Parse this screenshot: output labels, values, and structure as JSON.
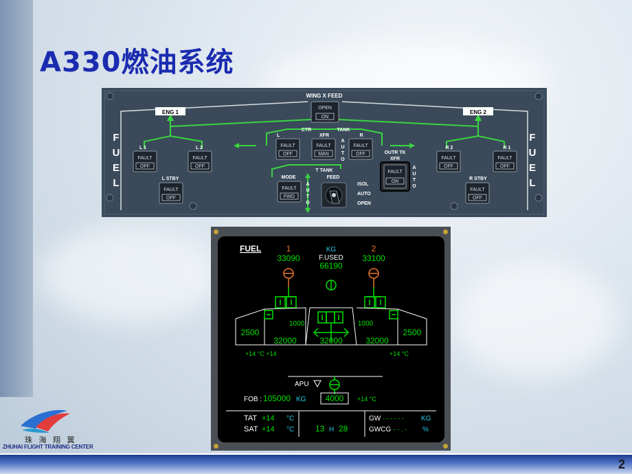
{
  "slide": {
    "title": "A330燃油系统",
    "page_number": "2",
    "logo_cn": "珠 海 翔 翼",
    "logo_en": "ZHUHAI FLIGHT TRAINING CENTER"
  },
  "panel": {
    "side_label_left": [
      "F",
      "U",
      "E",
      "L"
    ],
    "side_label_right": [
      "F",
      "U",
      "E",
      "L"
    ],
    "wing_x_feed": {
      "label": "WING X FEED",
      "top": "OPEN",
      "bottom": "ON"
    },
    "eng1": "ENG 1",
    "eng2": "ENG 2",
    "ctr_tank": "CTR",
    "tank": "TANK",
    "xfr": "XFR",
    "l1": {
      "label": "L 1",
      "top": "FAULT",
      "bottom": "OFF"
    },
    "l2": {
      "label": "L 2",
      "top": "FAULT",
      "bottom": "OFF"
    },
    "l_stby": {
      "label": "L STBY",
      "top": "FAULT",
      "bottom": "OFF"
    },
    "ctr_l": {
      "label": "L",
      "top": "FAULT",
      "bottom": "OFF"
    },
    "ctr_xfr": {
      "label": "XFR",
      "top": "FAULT",
      "bottom": "MAN"
    },
    "ctr_r": {
      "label": "R",
      "top": "FAULT",
      "bottom": "OFF"
    },
    "auto_vertical": [
      "A",
      "U",
      "T",
      "O"
    ],
    "outr_tk": {
      "label1": "OUTR TK",
      "label2": "XFR",
      "top": "FAULT",
      "bottom": "ON"
    },
    "r2": {
      "label": "R 2",
      "top": "FAULT",
      "bottom": "OFF"
    },
    "r1": {
      "label": "R 1",
      "top": "FAULT",
      "bottom": "OFF"
    },
    "r_stby": {
      "label": "R STBY",
      "top": "FAULT",
      "bottom": "OFF"
    },
    "t_tank": "T TANK",
    "mode": {
      "label": "MODE",
      "top": "FAULT",
      "bottom": "FWD"
    },
    "feed": "FEED",
    "feed_positions": [
      "ISOL",
      "AUTO",
      "OPEN"
    ]
  },
  "ecam": {
    "title": "FUEL",
    "eng1_num": "1",
    "eng2_num": "2",
    "eng1_used": "33090",
    "eng2_used": "33100",
    "unit_kg": "KG",
    "f_used_label": "F.USED",
    "f_used_value": "66190",
    "inner_left": "1000",
    "inner_right": "1000",
    "outer_left": "2500",
    "outer_right": "2500",
    "wing_left": "32000",
    "center": "32000",
    "wing_right": "32000",
    "temp_left": "+14 °C +14",
    "temp_right": "+14 °C",
    "apu": "APU",
    "fob_label": "FOB :",
    "fob_value": "105000",
    "fob_unit": "KG",
    "trim": "4000",
    "trim_temp": "+14 °C",
    "tat_label": "TAT",
    "tat_value": "+14",
    "sat_label": "SAT",
    "sat_value": "+14",
    "deg_c": "°C",
    "time_h": "13",
    "time_h_label": "H",
    "time_m": "28",
    "gw_label": "GW",
    "gw_value": "- - - - - -",
    "gw_unit": "KG",
    "gwcg_label": "GWCG",
    "gwcg_value": "- - . -",
    "gwcg_unit": "%"
  },
  "colors": {
    "title": "#1b2cb0",
    "panel_bg": "#3a4a5a",
    "panel_line": "#39d641",
    "ecam_green": "#00e000",
    "ecam_cyan": "#26c9e8",
    "ecam_amber": "#e8742b"
  }
}
